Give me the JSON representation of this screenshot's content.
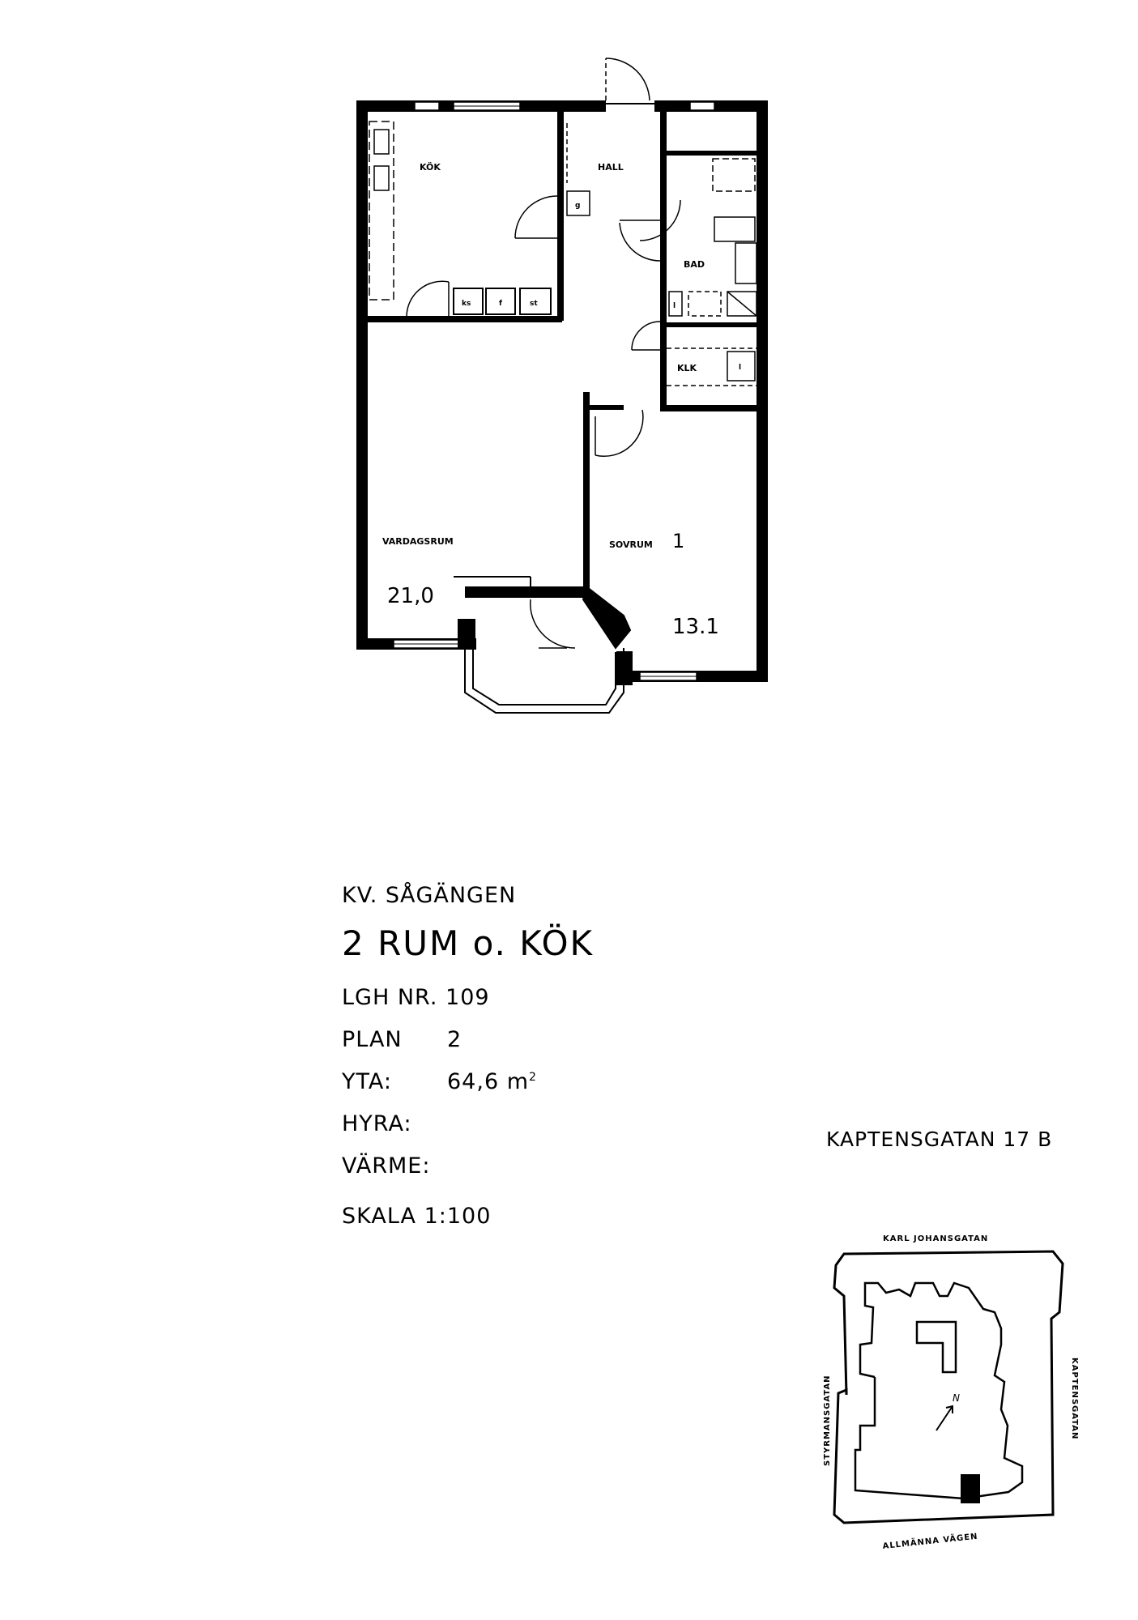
{
  "rooms": {
    "kok": "KÖK",
    "hall": "HALL",
    "bad": "BAD",
    "klk": "KLK",
    "vardagsrum": "VARDAGSRUM",
    "sovrum": "SOVRUM",
    "sovrum_no": "1"
  },
  "areas": {
    "vardagsrum": "21,0",
    "sovrum": "13.1"
  },
  "fixtures": {
    "ks": "ks",
    "f": "f",
    "st": "st",
    "g": "g",
    "l_bad": "l",
    "l_klk": "l"
  },
  "info": {
    "estate": "KV. SÅGÄNGEN",
    "heading": "2  RUM o. KÖK",
    "lgh_label": "LGH NR.",
    "lgh_value": "109",
    "plan_label": "PLAN",
    "plan_value": "2",
    "yta_label": "YTA:",
    "yta_value": "64,6 m",
    "yta_unit_sup": "2",
    "hyra_label": "HYRA:",
    "varme_label": "VÄRME:",
    "skala_label": "SKALA",
    "skala_value": "1:100"
  },
  "address": "KAPTENSGATAN 17 B",
  "site_plan": {
    "north_label": "N",
    "streets": {
      "top": "KARL JOHANSGATAN",
      "left": "STYRMANSGATAN",
      "right": "KAPTENSGATAN",
      "bottom": "ALLMÄNNA VÄGEN"
    }
  }
}
